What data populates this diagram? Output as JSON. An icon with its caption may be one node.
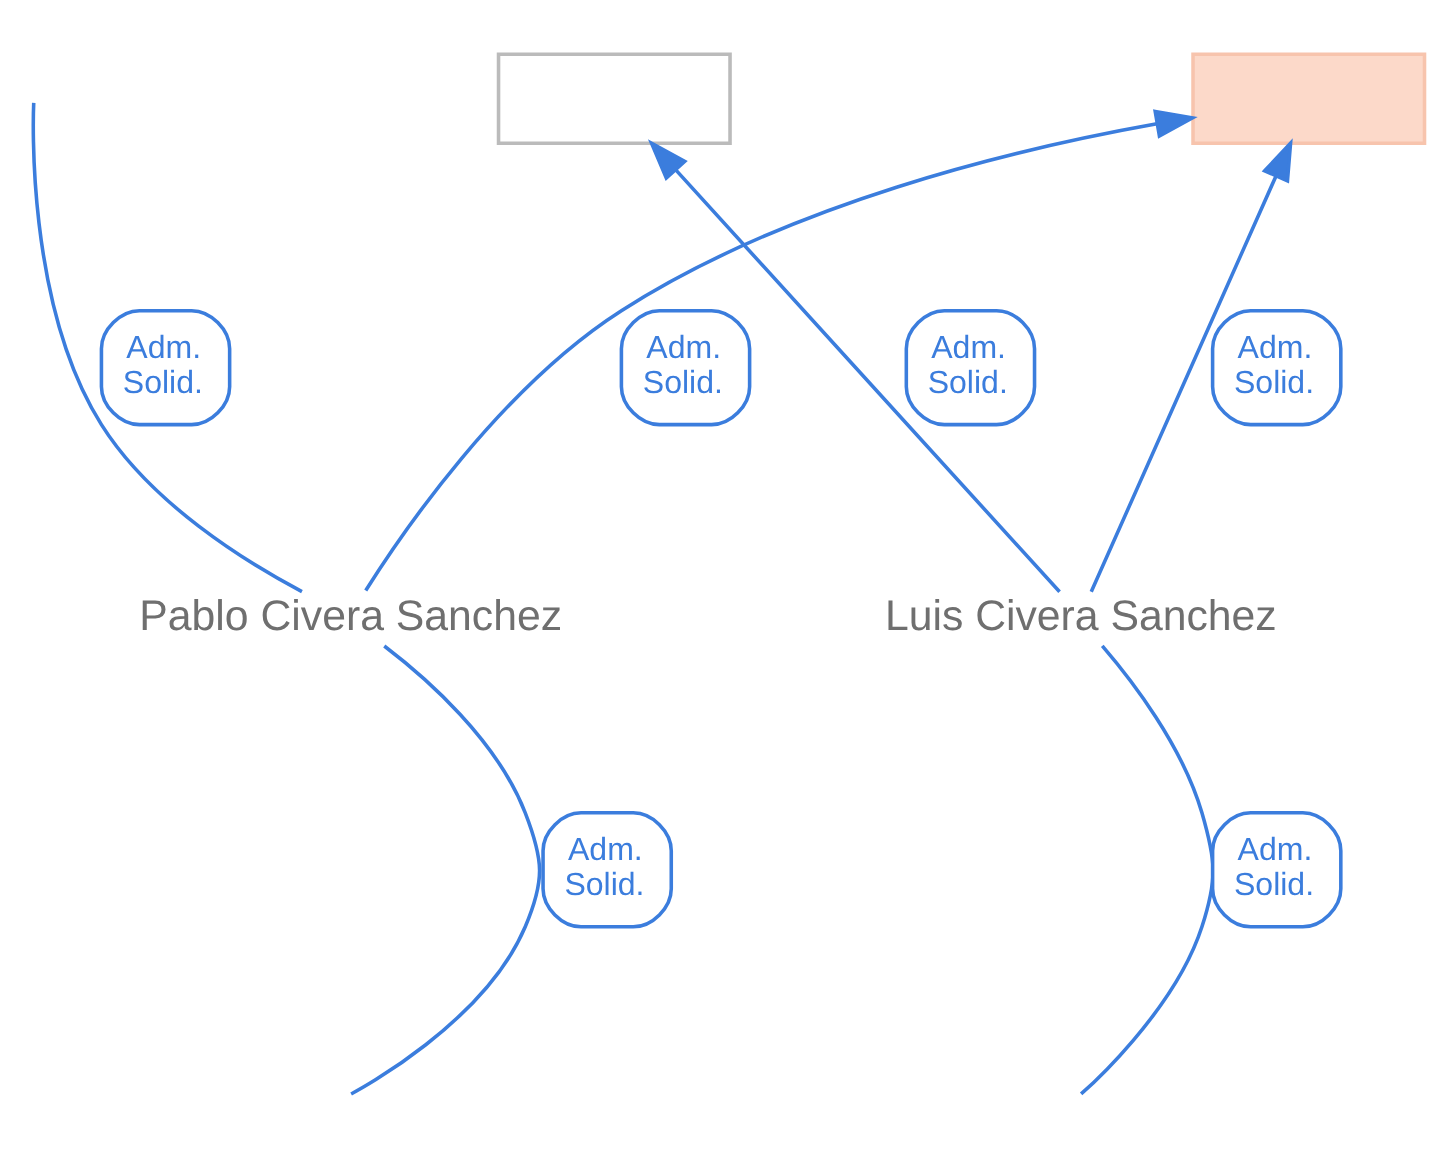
{
  "diagram": {
    "nodes": [
      {
        "text": [],
        "shape": "box"
      },
      {
        "text": [],
        "shape": "box"
      },
      {
        "text": [
          "Pablo Civera Sanchez"
        ]
      },
      {
        "text": [
          "Luis Civera Sanchez"
        ]
      }
    ],
    "edges": [
      {
        "from": 2,
        "to": null,
        "arrow": "none",
        "label": "Adm. Solid."
      },
      {
        "from": 3,
        "to": 0,
        "arrow": "to",
        "label": "Adm. Solid."
      },
      {
        "from": 2,
        "to": 1,
        "arrow": "to",
        "label": "Adm. Solid."
      },
      {
        "from": 3,
        "to": 1,
        "arrow": "to",
        "label": "Adm. Solid."
      },
      {
        "from": 2,
        "to": null,
        "arrow": "none",
        "label": "Adm. Solid."
      },
      {
        "from": 3,
        "to": null,
        "arrow": "none",
        "label": "Adm. Solid."
      }
    ]
  }
}
